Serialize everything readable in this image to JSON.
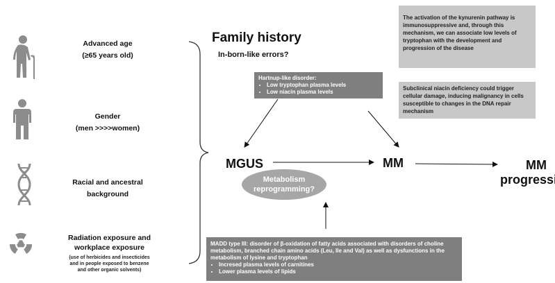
{
  "risk_factors": [
    {
      "title": "Advanced age",
      "subtitle": "(≥65 years old)",
      "note": "",
      "icon": "elderly-person-icon"
    },
    {
      "title": "Gender",
      "subtitle": "(men >>>>women)",
      "note": "",
      "icon": "person-icon"
    },
    {
      "title": "Racial and ancestral",
      "subtitle": "background",
      "note": "",
      "icon": "dna-helix-icon"
    },
    {
      "title": "Radiation exposure and",
      "subtitle": "workplace exposure",
      "note_lines": [
        "(use of herbicides and insecticides",
        "and in people exposed to benzene",
        "and other organic solvents)"
      ],
      "icon": "radiation-icon"
    }
  ],
  "family_history": "Family history",
  "inborn": "In-born-like errors?",
  "hartnup": {
    "title": "Hartnup-like disorder:",
    "items": [
      "Low tryptophan plasma levels",
      "Low niacin plasma levels"
    ]
  },
  "kynurenin_text": "The activation of the kynurenin pathway is immunosuppressive and, through this mechanism, we can associate low levels of tryptophan with the development and progression of the disease",
  "niacin_text": "Subclinical niacin deficiency could trigger cellular damage, inducing malignancy in cells susceptible to changes in the DNA repair mechanism",
  "nodes": {
    "mgus": "MGUS",
    "mm": "MM",
    "mm_progression_1": "MM",
    "mm_progression_2": "progression",
    "metabolism_1": "Metabolism",
    "metabolism_2": "reprogramming?"
  },
  "madd": {
    "text": "MADD type III: disorder of β-oxidation of fatty acids associated with disorders of choline metabolism, branched chain amino acids (Leu, Ile and Val) as well as dysfunctions in the metabolism of lysine and tryptophan",
    "items": [
      "Incresed plasma levels of carnitines",
      "Lower plasma levels of lipids"
    ]
  },
  "colors": {
    "dark_box": "#7f7f7f",
    "light_box": "#c8c8c8",
    "icon": "#8c8c8c",
    "oval": "#a6a6a6"
  }
}
